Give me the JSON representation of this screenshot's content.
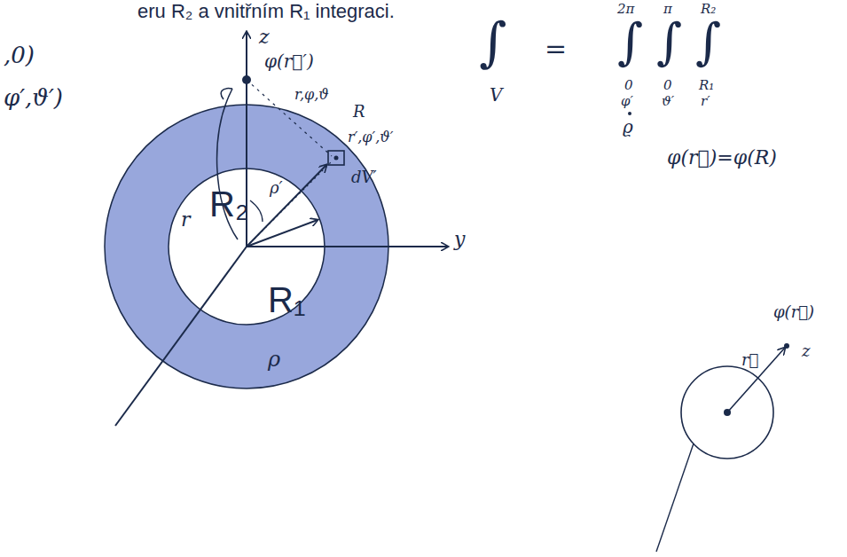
{
  "diagram": {
    "labels": [
      "eru R₂ a vnitřním R₁ integraci.",
      ",0)",
      "φ′,ϑ′)",
      "z",
      "φ(r⃗′)",
      "r,φ,ϑ",
      "R",
      "R₂",
      "R₁",
      "r",
      "ρ′",
      "r′,φ′,ϑ′",
      "dV′",
      "y",
      "ρ",
      "∫",
      "V",
      "=",
      "∫",
      "∫",
      "∫",
      "2π",
      "π",
      "R₂",
      "0",
      "0",
      "R₁",
      "φ′",
      "ϑ′",
      "r′",
      "ϱ",
      "φ(r⃗)=φ(R)",
      "φ(r⃗)",
      "z",
      "r⃗"
    ]
  }
}
